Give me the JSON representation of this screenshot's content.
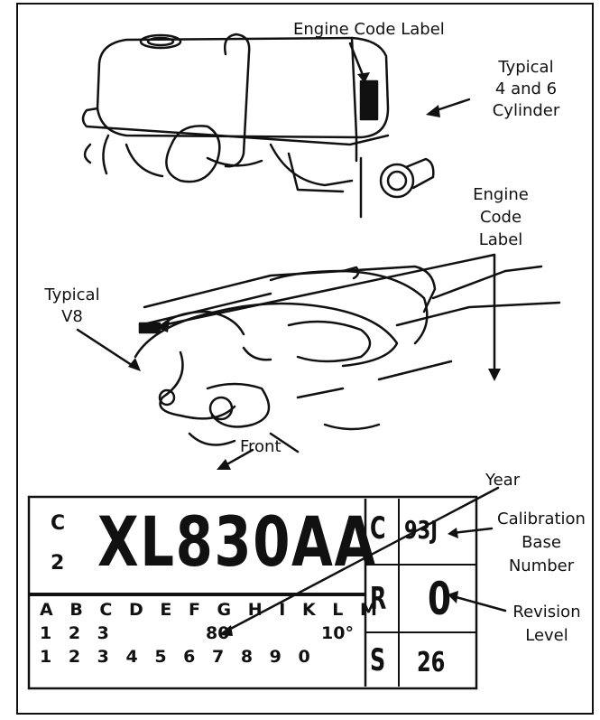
{
  "callouts": {
    "engine_code_label_top": "Engine Code Label",
    "typical_4_6": [
      "Typical",
      "4 and 6",
      "Cylinder"
    ],
    "engine_code_label_right": [
      "Engine",
      "Code",
      "Label"
    ],
    "typical_v8": [
      "Typical",
      "V8"
    ],
    "front": "Front",
    "year": "Year",
    "calibration": [
      "Calibration",
      "Base",
      "Number"
    ],
    "revision": [
      "Revision",
      "Level"
    ]
  },
  "label": {
    "top_left_letter": "C",
    "top_left_digit": "2",
    "code": "XL830AA",
    "letter_row": "A B C D E F G H I K L M",
    "row_1": "1 2 3",
    "row_1_mid": "80",
    "row_1_right": "10°",
    "row_2": "1 2 3 4 5 6 7 8 9 0",
    "side_c": "C",
    "side_c_value": "93J",
    "side_r": "R",
    "side_r_value": "0",
    "side_s": "S",
    "side_s_value": "26"
  }
}
